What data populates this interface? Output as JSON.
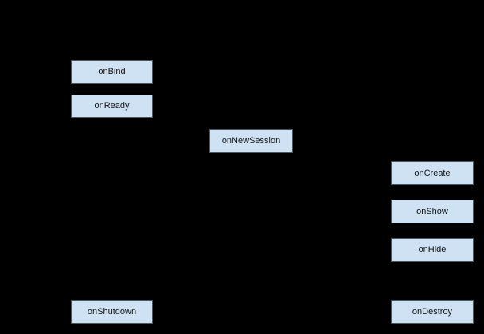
{
  "diagram": {
    "type": "lifecycle-flowchart",
    "background_color": "#000000",
    "node_fill_color": "#cfe2f3",
    "node_border_color": "#4a5660",
    "node_text_color": "#111111",
    "nodes": [
      {
        "id": "onBind",
        "label": "onBind"
      },
      {
        "id": "onReady",
        "label": "onReady"
      },
      {
        "id": "onNewSession",
        "label": "onNewSession"
      },
      {
        "id": "onCreate",
        "label": "onCreate"
      },
      {
        "id": "onShow",
        "label": "onShow"
      },
      {
        "id": "onHide",
        "label": "onHide"
      },
      {
        "id": "onDestroy",
        "label": "onDestroy"
      },
      {
        "id": "onShutdown",
        "label": "onShutdown"
      }
    ]
  }
}
